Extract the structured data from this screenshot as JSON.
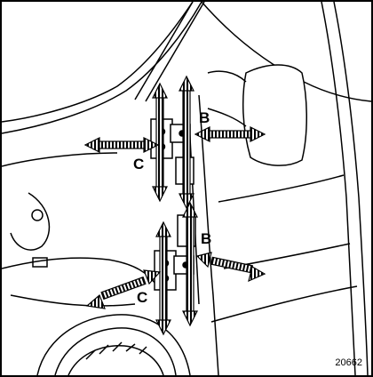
{
  "figure": {
    "reference_number": "20662",
    "callouts": {
      "upper_b": "B",
      "upper_c": "C",
      "lower_b": "B",
      "lower_c": "C"
    }
  },
  "colors": {
    "line": "#000000",
    "background": "#ffffff"
  },
  "icons": {
    "movement_arrow": "double-headed-hatched-arrow",
    "hinge": "door-hinge"
  }
}
